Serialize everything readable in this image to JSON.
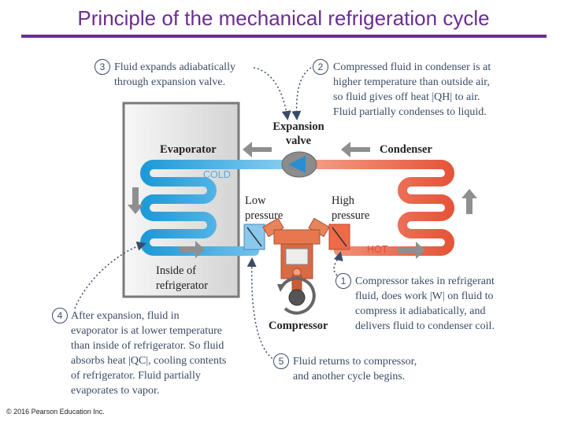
{
  "title": "Principle of the mechanical refrigeration cycle",
  "labels": {
    "evaporator": "Evaporator",
    "condenser": "Condenser",
    "expansion_valve": [
      "Expansion",
      "valve"
    ],
    "low_pressure": [
      "Low",
      "pressure"
    ],
    "high_pressure": [
      "High",
      "pressure"
    ],
    "cold": "COLD",
    "hot": "HOT",
    "inside": [
      "Inside of",
      "refrigerator"
    ],
    "compressor": "Compressor"
  },
  "steps": [
    {
      "num": "1",
      "lines": [
        "Compressor takes in refrigerant",
        "fluid, does work |W| on fluid to",
        "compress it adiabatically, and",
        "delivers fluid to condenser coil."
      ]
    },
    {
      "num": "2",
      "lines": [
        "Compressed fluid in condenser is at",
        "higher temperature than outside air,",
        "so fluid gives off heat |QH| to air.",
        "Fluid partially condenses to liquid."
      ]
    },
    {
      "num": "3",
      "lines": [
        "Fluid expands adiabatically",
        "through expansion valve."
      ]
    },
    {
      "num": "4",
      "lines": [
        "After expansion, fluid in",
        "evaporator is at lower temperature",
        "than inside of refrigerator. So fluid",
        "absorbs heat |QC|, cooling contents",
        "of refrigerator. Fluid partially",
        "evaporates to vapor."
      ]
    },
    {
      "num": "5",
      "lines": [
        "Fluid returns to compressor,",
        "and another cycle begins."
      ]
    }
  ],
  "copyright": "© 2016 Pearson Education Inc.",
  "colors": {
    "title": "#6a2d91",
    "cold": "#3aa6e0",
    "hot": "#e8664a",
    "text": "#3a4b66"
  }
}
